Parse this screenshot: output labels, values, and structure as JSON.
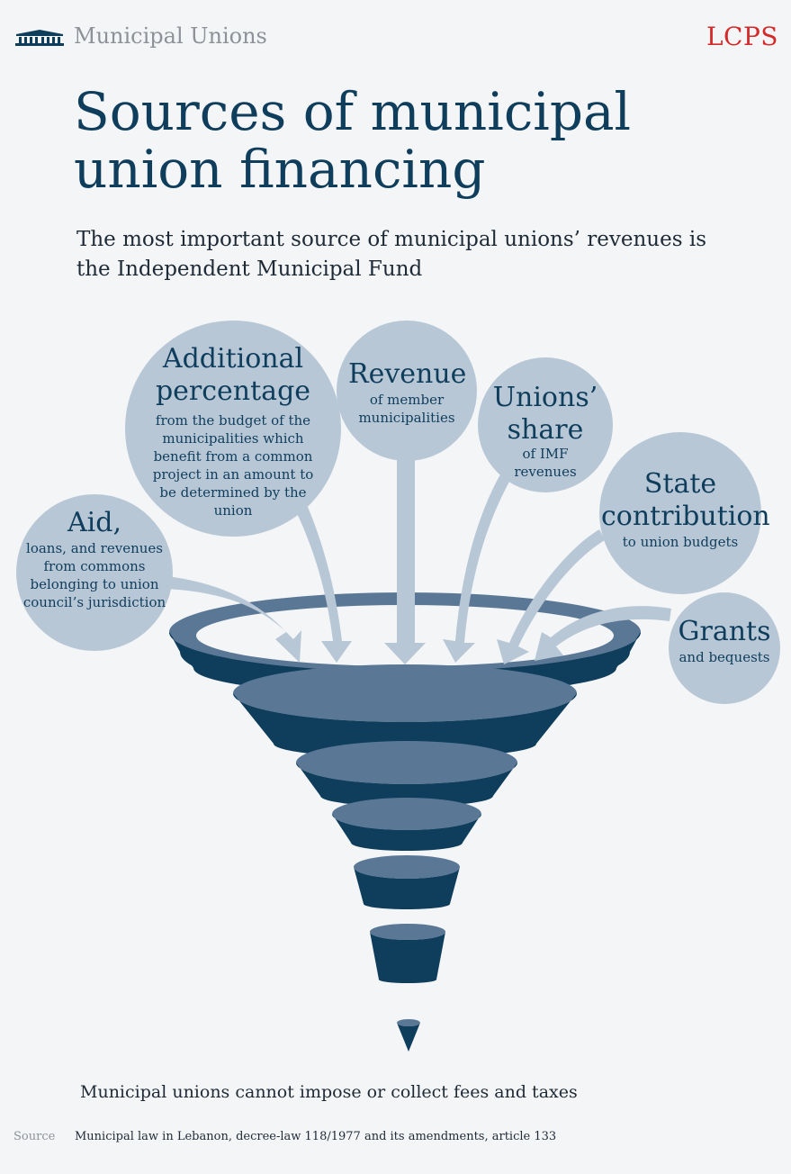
{
  "header": {
    "section": "Municipal Unions",
    "brand": "LCPS",
    "logo_icon": "building-columns-icon"
  },
  "title": "Sources of municipal union financing",
  "subtitle": "The most important source of municipal unions’ revenues is the Independent Municipal Fund",
  "sources": [
    {
      "id": "aid",
      "title": "Aid,",
      "body": "loans, and revenues from commons belonging to union council’s jurisdiction"
    },
    {
      "id": "additional-percentage",
      "title": "Additional percentage",
      "body": "from the budget of the municipalities which benefit from a common project in an amount to be determined by the union"
    },
    {
      "id": "revenue",
      "title": "Revenue",
      "body": "of member municipalities"
    },
    {
      "id": "unions-share",
      "title": "Unions’ share",
      "body": "of IMF revenues"
    },
    {
      "id": "state-contribution",
      "title": "State contribution",
      "body": "to union budgets"
    },
    {
      "id": "grants",
      "title": "Grants",
      "body": "and bequests"
    }
  ],
  "note": "Municipal unions cannot impose or collect fees and taxes",
  "source": {
    "label": "Source",
    "text": "Municipal law in Lebanon, decree-law 118/1977 and its amendments, article 133"
  },
  "colors": {
    "dark_blue": "#0f3d5c",
    "mid_blue": "#5a7895",
    "light_blue": "#b8c7d6",
    "brand_red": "#d42a2a",
    "background": "#f4f5f7"
  }
}
